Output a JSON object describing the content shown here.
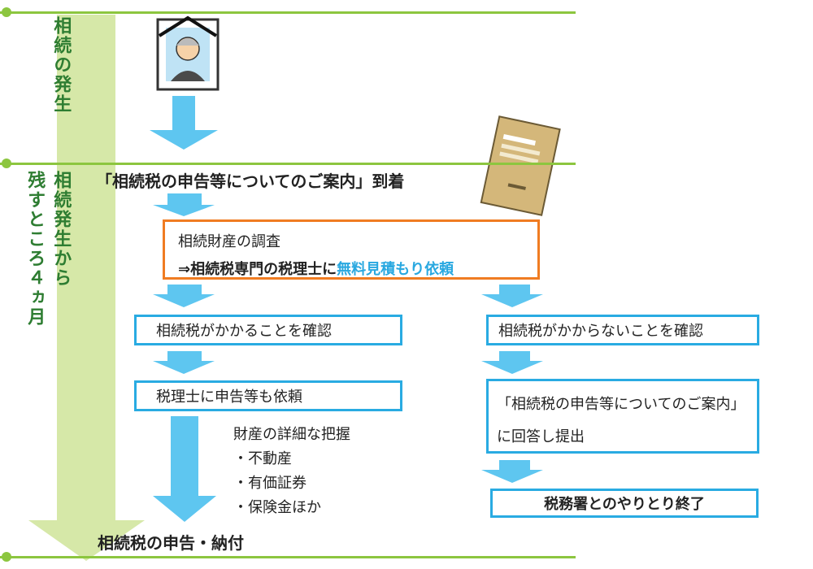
{
  "timeline": {
    "phase1_label": "相続の発生",
    "phase2_label_a": "相続発生から",
    "phase2_label_b": "残すところ４ヵ月"
  },
  "notice_arrival": "「相続税の申告等についてのご案内」到着",
  "investigation": {
    "line1": "相続財産の調査",
    "line2_prefix": "⇒相続税専門の税理士に",
    "line2_highlight": "無料見積もり依頼"
  },
  "left_branch": {
    "confirm": "相続税がかかることを確認",
    "request": "税理士に申告等も依頼",
    "details_title": "財産の詳細な把握",
    "details_items": [
      "・不動産",
      "・有価証券",
      "・保険金ほか"
    ],
    "final": "相続税の申告・納付"
  },
  "right_branch": {
    "confirm": "相続税がかからないことを確認",
    "reply_line1": "「相続税の申告等についてのご案内」",
    "reply_line2": "に回答し提出",
    "final": "税務署とのやりとり終了"
  },
  "colors": {
    "green_line": "#8cc63f",
    "band": "#d6e8a8",
    "arrow": "#5ec6f0",
    "blue_border": "#29abe2",
    "orange_border": "#f07c22",
    "highlight_text": "#29a8e0"
  },
  "icons": [
    "memorial-portrait-icon",
    "envelope-document-icon"
  ]
}
